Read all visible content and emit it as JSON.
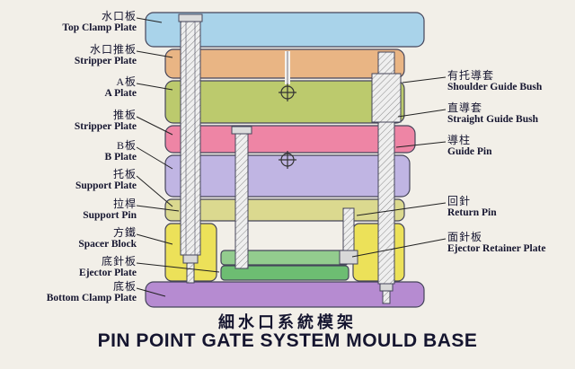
{
  "title": {
    "zh": "細水口系統模架",
    "en": "PIN POINT GATE SYSTEM MOULD BASE"
  },
  "left_labels": [
    {
      "zh": "水口板",
      "en": "Top Clamp Plate"
    },
    {
      "zh": "水口推板",
      "en": "Stripper Plate"
    },
    {
      "zh": "A板",
      "en": "A Plate"
    },
    {
      "zh": "推板",
      "en": "Stripper Plate"
    },
    {
      "zh": "B板",
      "en": "B Plate"
    },
    {
      "zh": "托板",
      "en": "Support Plate"
    },
    {
      "zh": "拉桿",
      "en": "Support Pin"
    },
    {
      "zh": "方鐵",
      "en": "Spacer Block"
    },
    {
      "zh": "底針板",
      "en": "Ejector Plate"
    },
    {
      "zh": "底板",
      "en": "Bottom Clamp Plate"
    }
  ],
  "right_labels": [
    {
      "zh": "有托導套",
      "en": "Shoulder Guide Bush"
    },
    {
      "zh": "直導套",
      "en": "Straight Guide Bush"
    },
    {
      "zh": "導柱",
      "en": "Guide Pin"
    },
    {
      "zh": "回針",
      "en": "Return Pin"
    },
    {
      "zh": "面針板",
      "en": "Ejector Retainer Plate"
    }
  ],
  "colors": {
    "background": "#f2efe8",
    "text": "#15152f",
    "outline": "#45455a",
    "top_clamp_plate": "#a9d3ea",
    "stripper_plate_top": "#e9b584",
    "a_plate": "#bcca6d",
    "stripper_plate_mid": "#ee85a5",
    "b_plate": "#c0b5e3",
    "support_plate": "#dbd98f",
    "spacer_block": "#ece159",
    "ejector_retainer_plate": "#93cc8e",
    "ejector_plate": "#6dbd72",
    "bottom_clamp_plate": "#b68bd1",
    "pin_fill": "#ededed"
  }
}
